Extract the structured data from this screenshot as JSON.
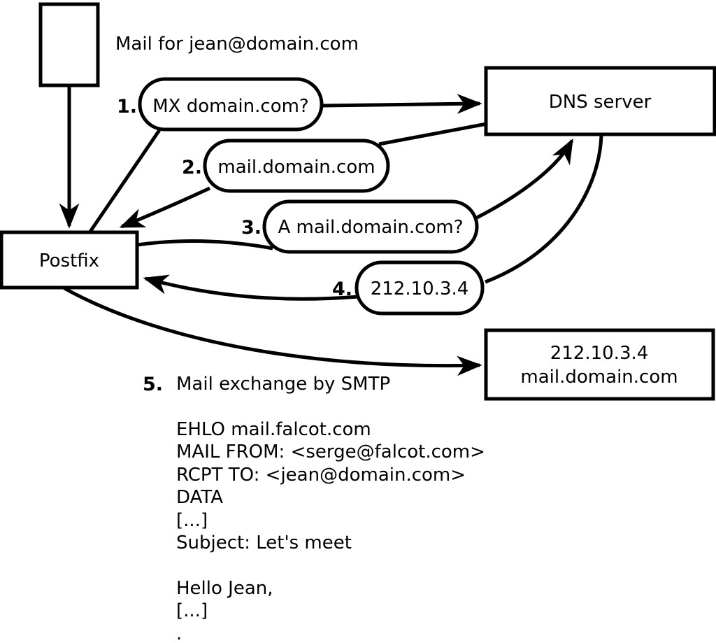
{
  "diagram": {
    "mail_label": "Mail for jean@domain.com",
    "nodes": {
      "postfix": {
        "label": "Postfix"
      },
      "dns_server": {
        "label": "DNS server"
      },
      "mail_server": {
        "line1": "212.10.3.4",
        "line2": "mail.domain.com"
      }
    },
    "steps": [
      {
        "num": "1.",
        "label": "MX domain.com?"
      },
      {
        "num": "2.",
        "label": "mail.domain.com"
      },
      {
        "num": "3.",
        "label": "A mail.domain.com?"
      },
      {
        "num": "4.",
        "label": "212.10.3.4"
      },
      {
        "num": "5.",
        "label": "Mail exchange by SMTP"
      }
    ],
    "smtp_session": [
      "EHLO mail.falcot.com",
      "MAIL FROM: <serge@falcot.com>",
      "RCPT TO: <jean@domain.com>",
      "DATA",
      "[...]",
      "Subject: Let's meet",
      "",
      "Hello Jean,",
      "[...]",
      "."
    ],
    "colors": {
      "stroke": "#000000",
      "fill": "#ffffff"
    }
  }
}
